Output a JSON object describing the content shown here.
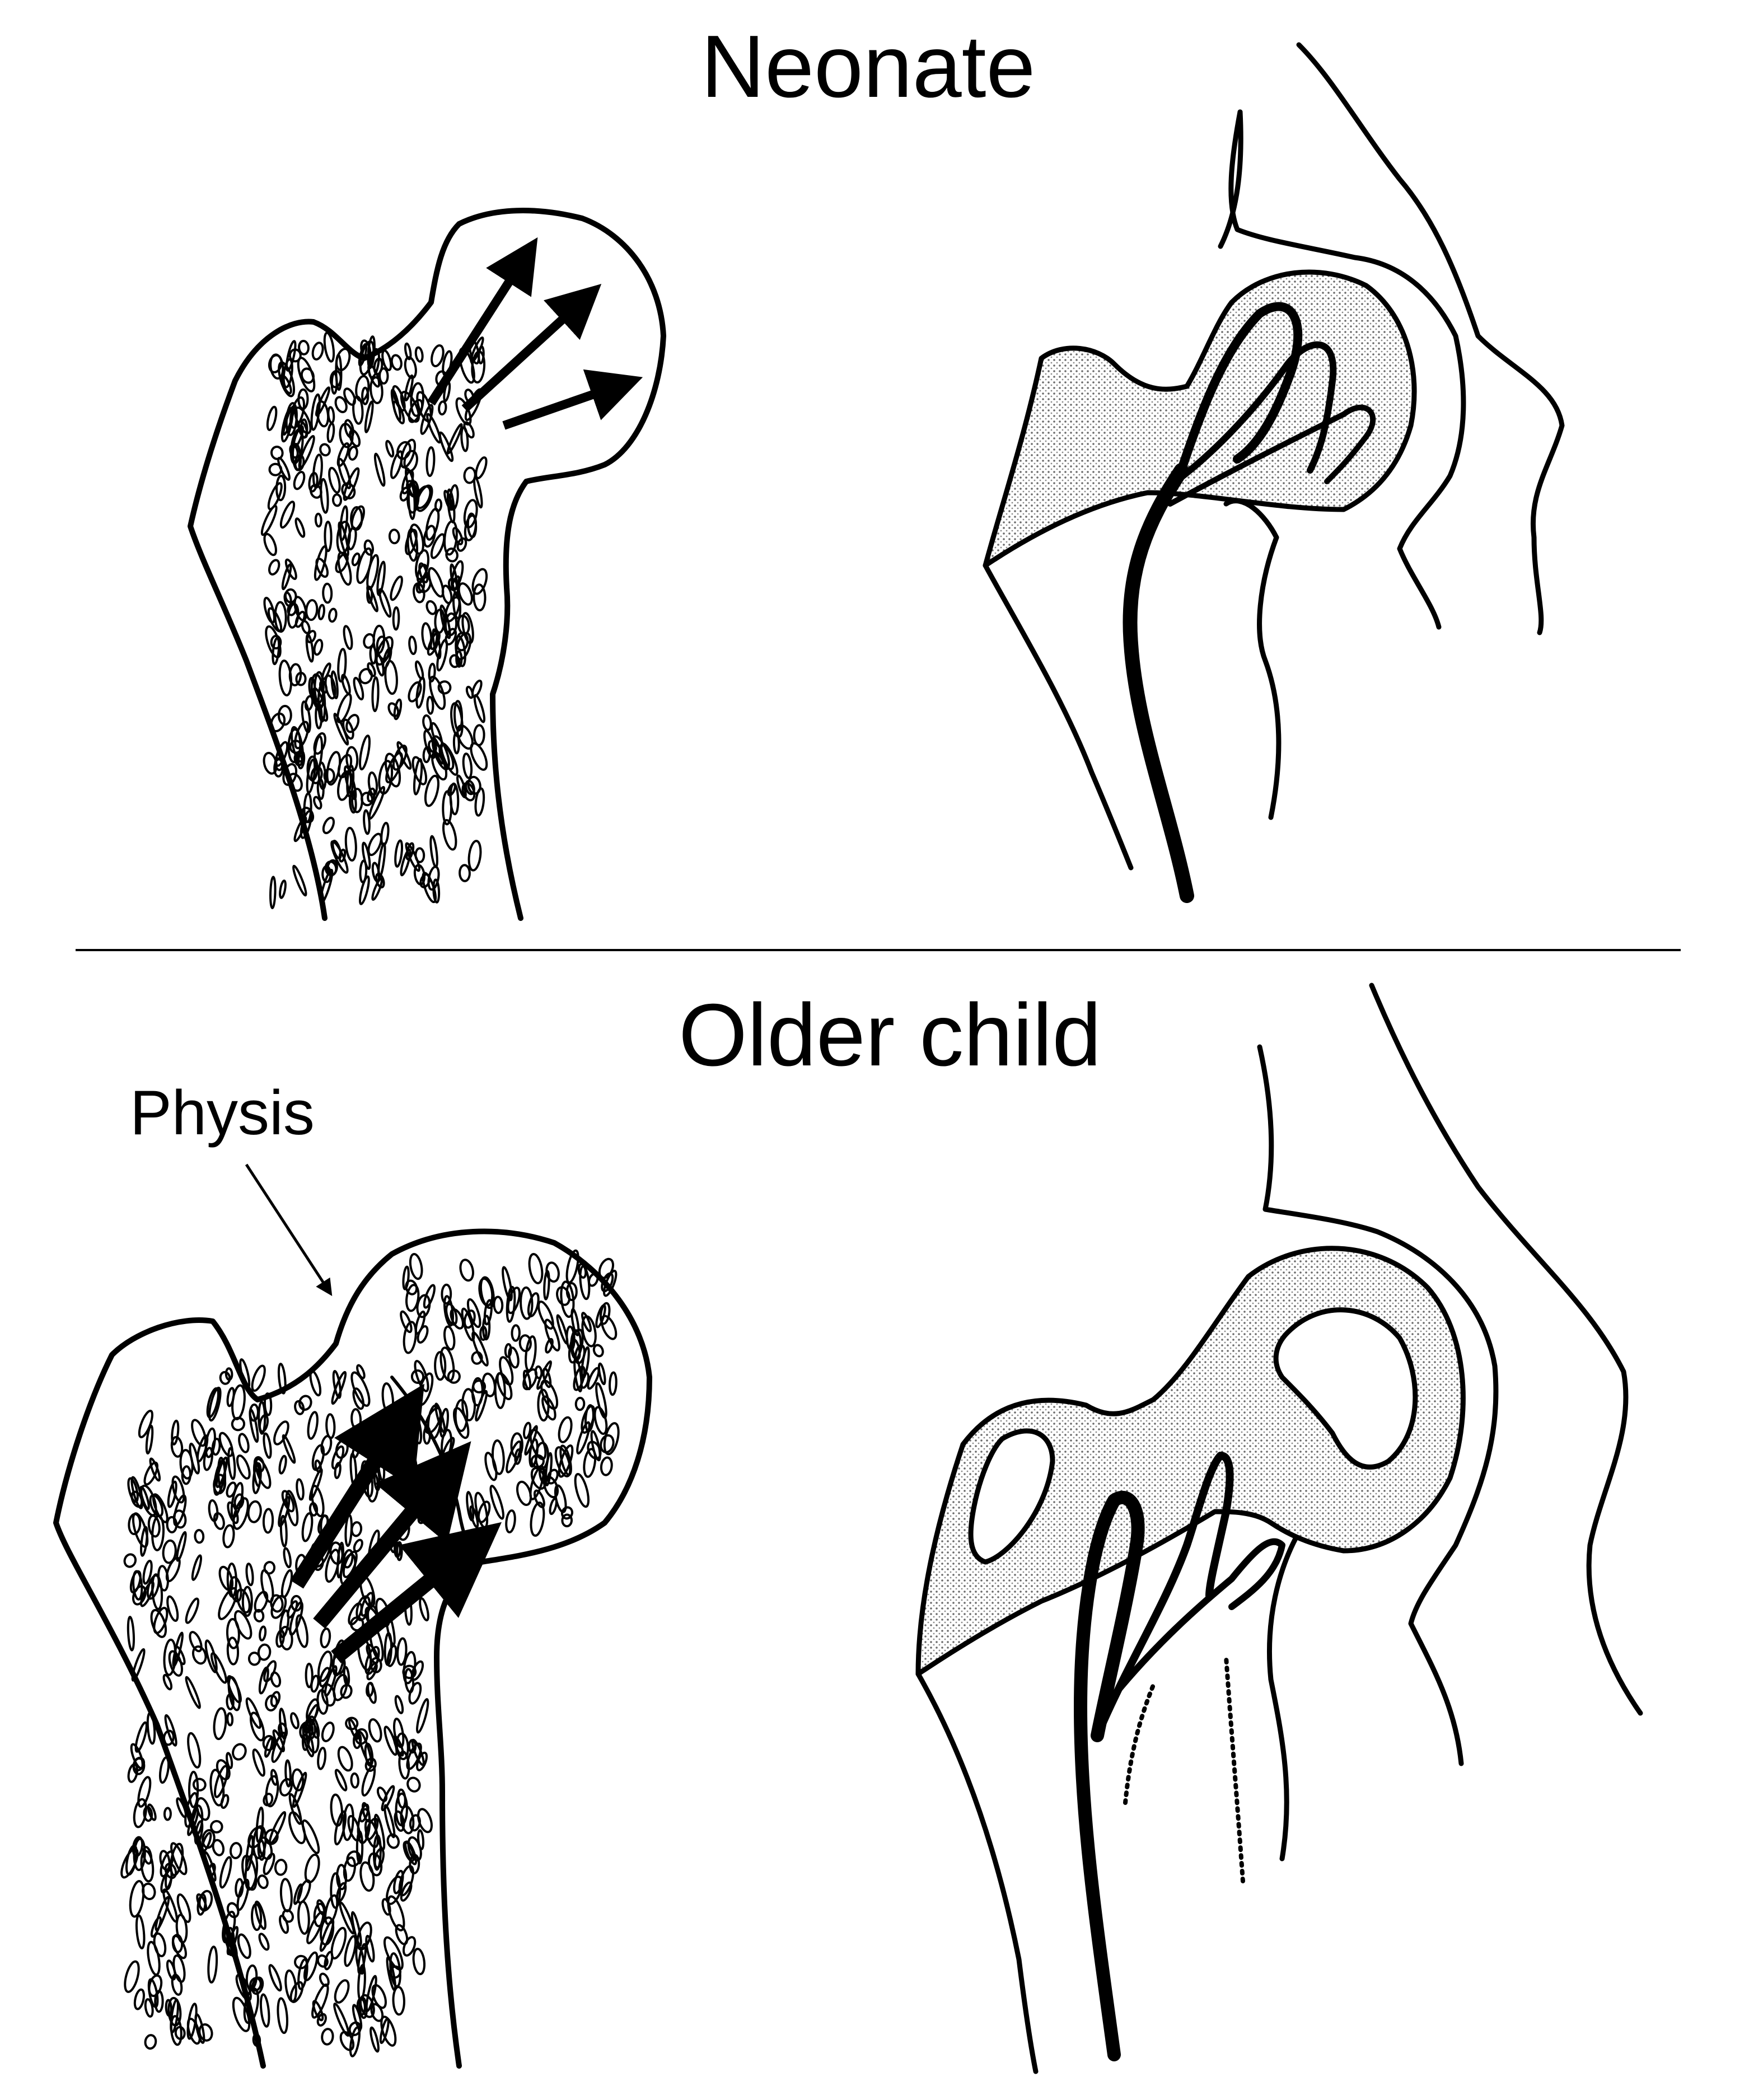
{
  "panels": {
    "top": {
      "title": "Neonate"
    },
    "bottom": {
      "title": "Older child",
      "annotation": "Physis"
    }
  },
  "colors": {
    "ink": "#000000",
    "stipple": "#c8c8c8",
    "paper": "#ffffff"
  },
  "icons": [
    "arrow-icon"
  ]
}
